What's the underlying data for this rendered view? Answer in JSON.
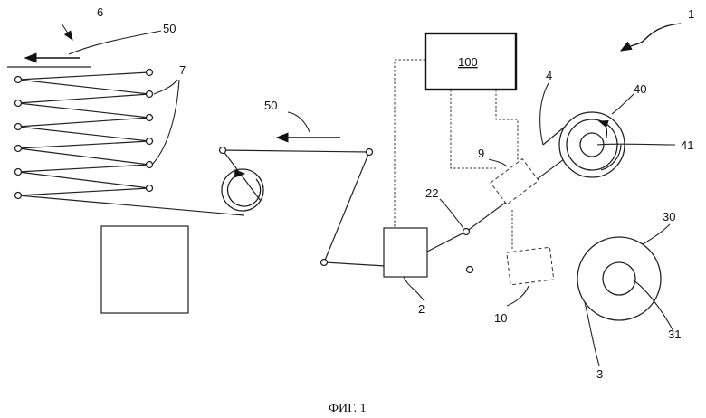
{
  "figure": {
    "caption": "ФИГ. 1"
  },
  "labels": {
    "l1": "1",
    "l2": "2",
    "l3": "3",
    "l4": "4",
    "l6": "6",
    "l7": "7",
    "l9": "9",
    "l10": "10",
    "l22": "22",
    "l30": "30",
    "l31": "31",
    "l40": "40",
    "l41": "41",
    "l50a": "50",
    "l50b": "50",
    "l100": "100"
  }
}
